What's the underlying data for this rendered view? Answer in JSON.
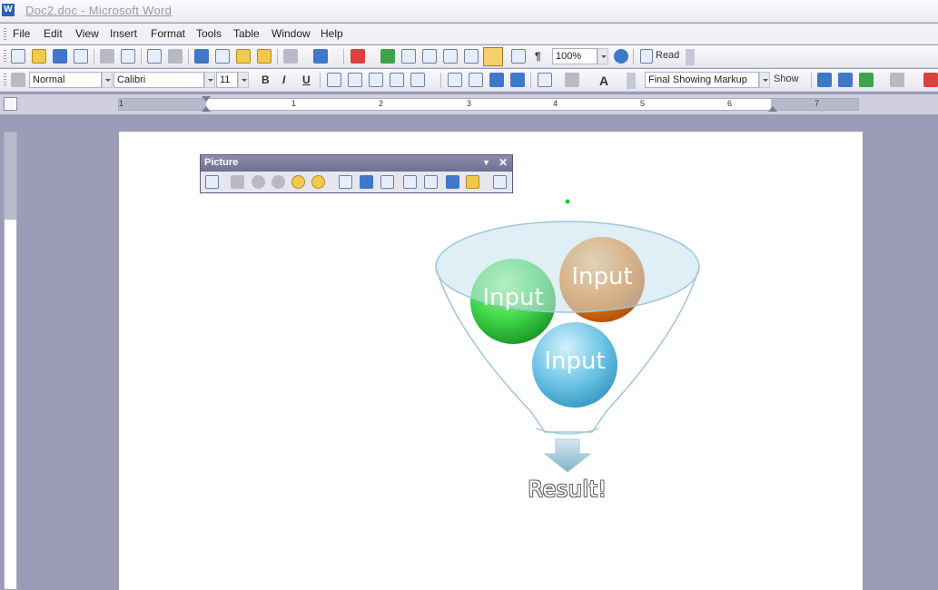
{
  "window": {
    "title": "Doc2.doc - Microsoft Word",
    "app_icon": "W"
  },
  "menu": [
    "File",
    "Edit",
    "View",
    "Insert",
    "Format",
    "Tools",
    "Table",
    "Window",
    "Help"
  ],
  "standard_toolbar": {
    "zoom": "100%",
    "read_label": "Read"
  },
  "formatting_toolbar": {
    "style": "Normal",
    "font": "Calibri",
    "size": "11",
    "bold": "B",
    "italic": "I",
    "underline": "U",
    "markup_mode": "Final Showing Markup",
    "show_label": "Show"
  },
  "ruler": {
    "numbers": [
      "1",
      "1",
      "2",
      "3",
      "4",
      "5",
      "6",
      "7"
    ]
  },
  "picture_toolbar": {
    "title": "Picture"
  },
  "diagram": {
    "inputs": [
      "Input",
      "Input",
      "Input"
    ],
    "result": "Result!",
    "colors": {
      "green": "#3fd64a",
      "orange": "#f07c12",
      "blue": "#6fc6e6",
      "funnel": "#9fc7d8"
    }
  }
}
